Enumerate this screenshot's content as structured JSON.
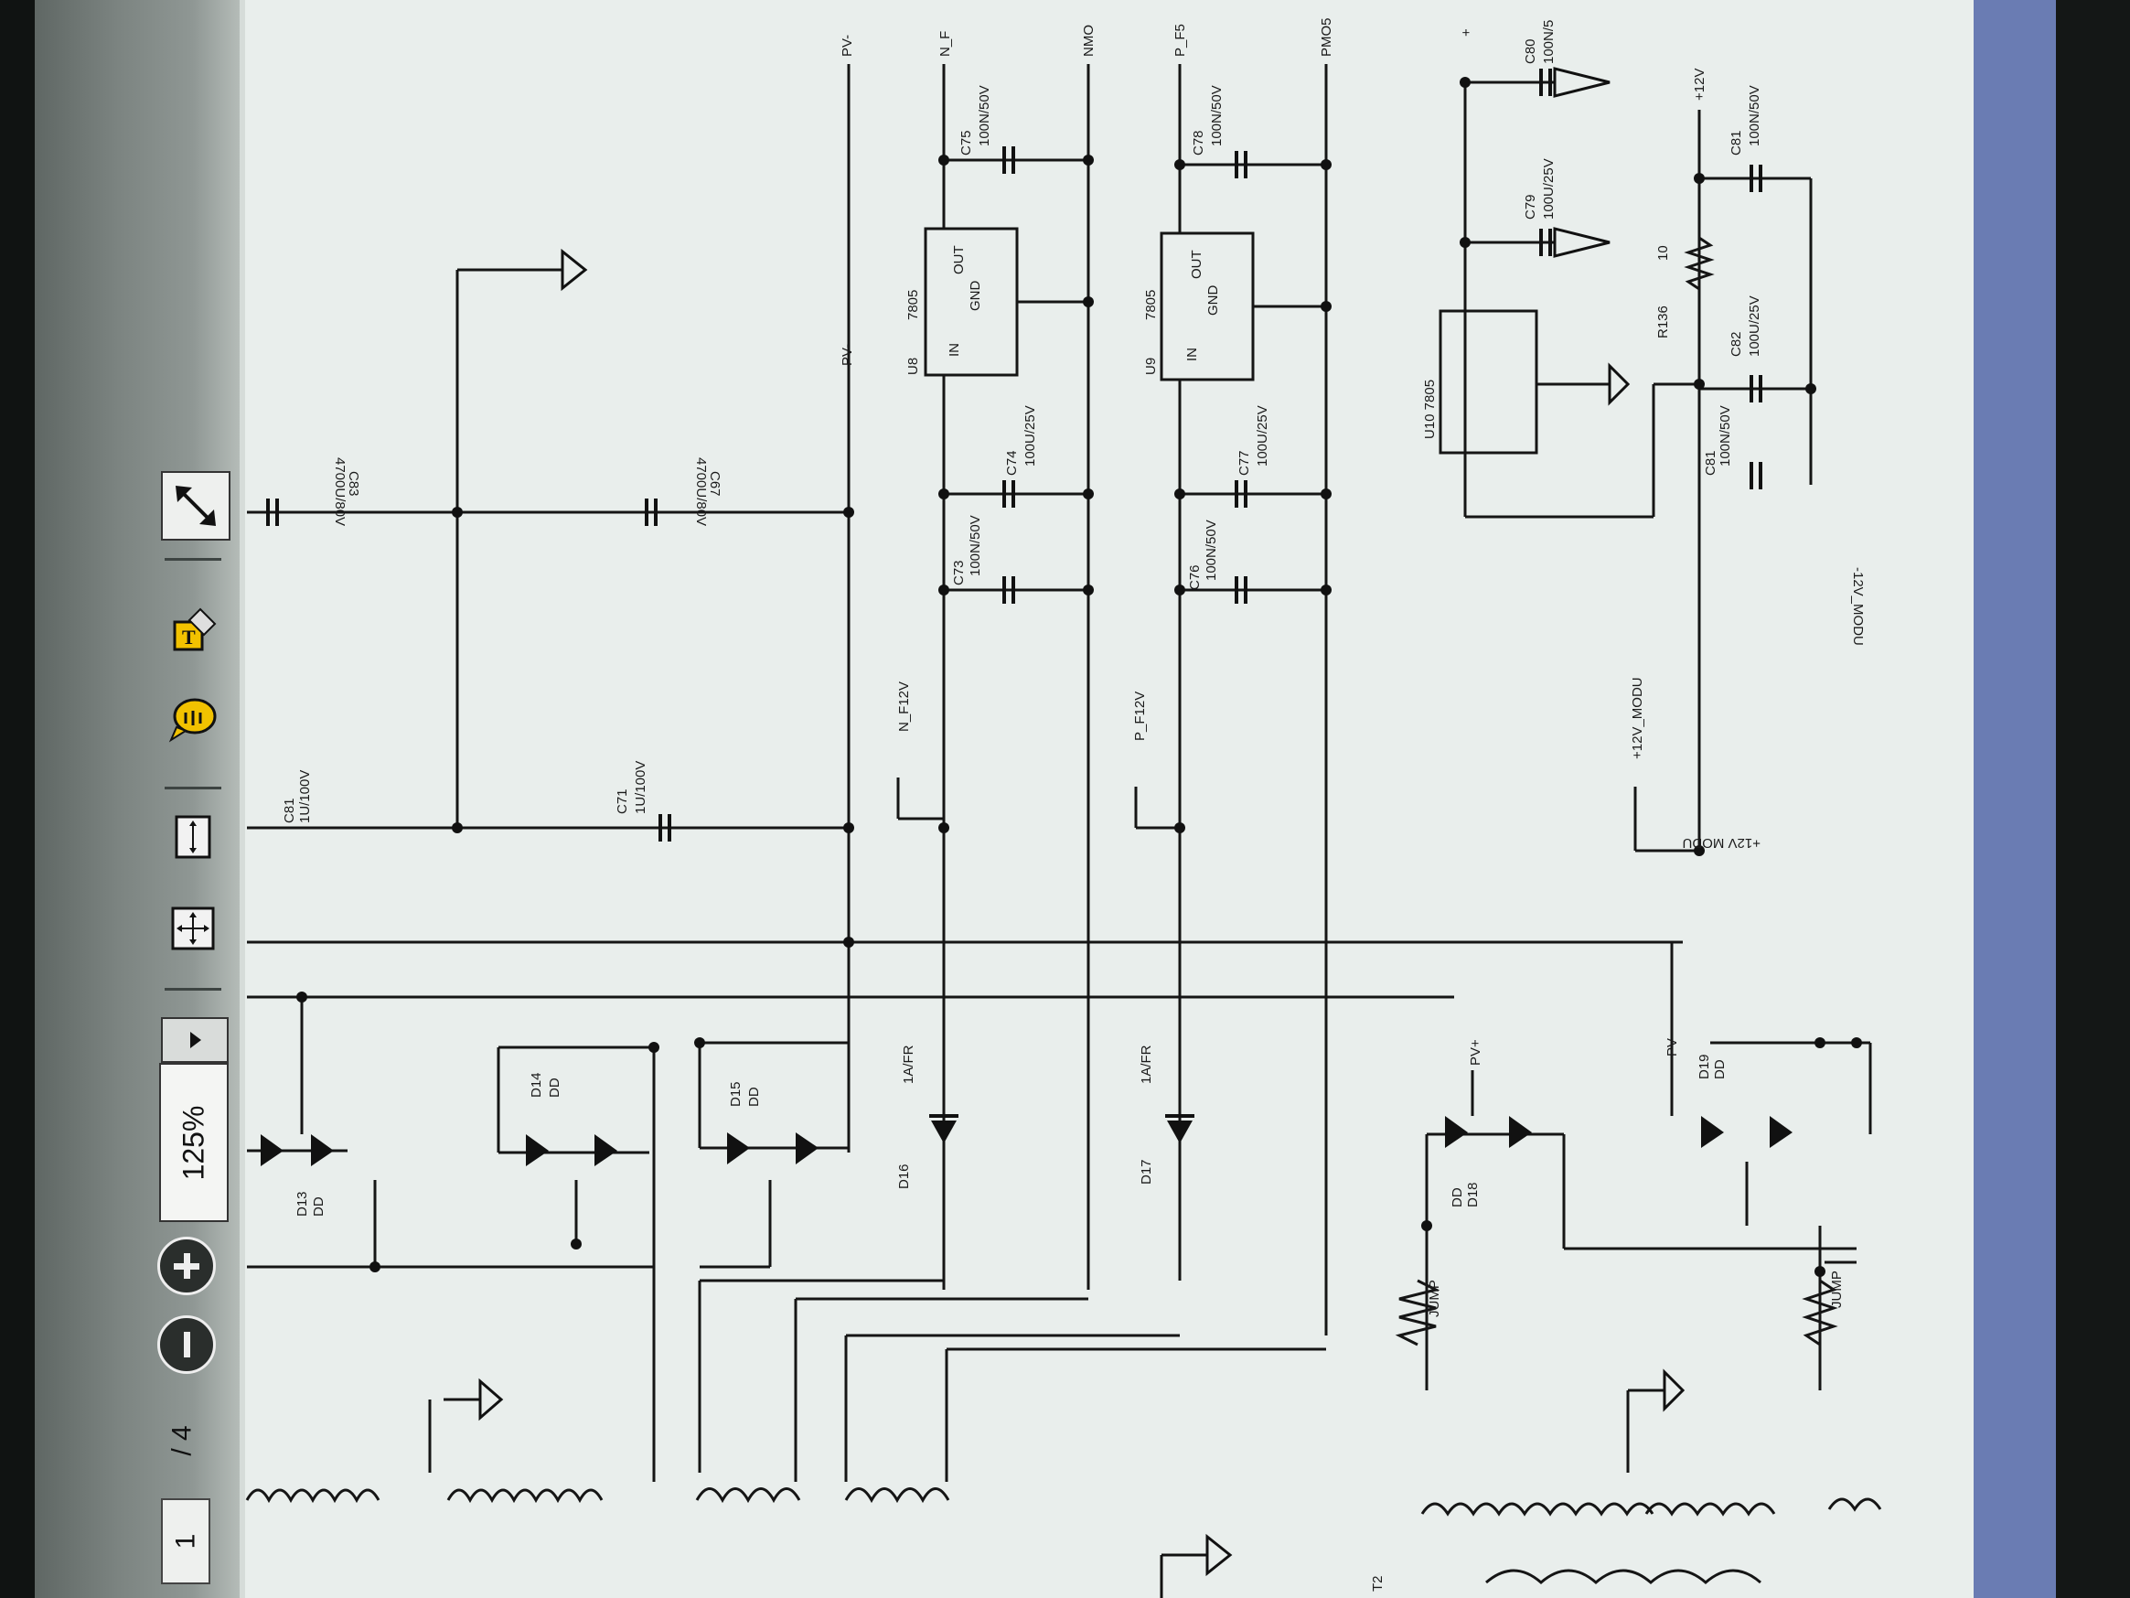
{
  "viewer": {
    "page_current": "1",
    "page_separator": "/ 4",
    "zoom_level": "125%"
  },
  "schematic": {
    "labels": {
      "c81": "C81",
      "c81_val": "1U/100V",
      "c83": "C83",
      "c83_val": "4700U/80V",
      "c67": "C67",
      "c67_val": "4700U/80V",
      "c71": "C71",
      "c71_val": "1U/100V",
      "pv_minus_top": "PV-",
      "pv_minus": "PV-",
      "n_f_top": "N_F",
      "nmo_top": "NMO",
      "p_f5_top": "P_F5",
      "pmo5_top": "PMO5",
      "plus_top": "+",
      "c75": "C75",
      "c75_val": "100N/50V",
      "c78": "C78",
      "c78_val": "100N/50V",
      "c80": "C80",
      "c80_val": "100N/5",
      "c79": "C79",
      "c79_val": "100U/25V",
      "plus12v": "+12V",
      "c8x": "C81",
      "c8x_val": "100N/50V",
      "u8": "U8",
      "u8_part": "7805",
      "u9": "U9",
      "u9_part": "7805",
      "u10": "U10 7805",
      "out1": "OUT",
      "gnd1": "GND",
      "in1": "IN",
      "out2": "OUT",
      "gnd2": "GND",
      "in2": "IN",
      "c74": "C74",
      "c74_val": "100U/25V",
      "c77": "C77",
      "c77_val": "100U/25V",
      "c73": "C73",
      "c73_val": "100N/50V",
      "c76": "C76",
      "c76_val": "100N/50V",
      "r136": "R136",
      "r136_val": "10",
      "c82": "C82",
      "c82_val": "100U/25V",
      "c81b": "C81",
      "c81b_val": "100N/50V",
      "n_f12v": "N_F12V",
      "p_f12v": "P_F12V",
      "plus12v_modu": "+12V_MODU",
      "v12_modu": "-12V_MODU",
      "plus12v_modu_mirror": "+12V MODU",
      "d13": "D13",
      "d13_val": "DD",
      "d14": "D14",
      "d14_val": "DD",
      "d15": "D15",
      "d15_val": "DD",
      "d16": "D16",
      "d16_val": "1A/FR",
      "d17": "D17",
      "d17_val": "1A/FR",
      "d18": "D18",
      "d18_val": "DD",
      "d19": "D19",
      "d19_val": "DD",
      "pv_plus": "PV+",
      "pv": "PV",
      "jump1": "JUMP",
      "jump2": "JUMP",
      "t2": "T2"
    }
  }
}
